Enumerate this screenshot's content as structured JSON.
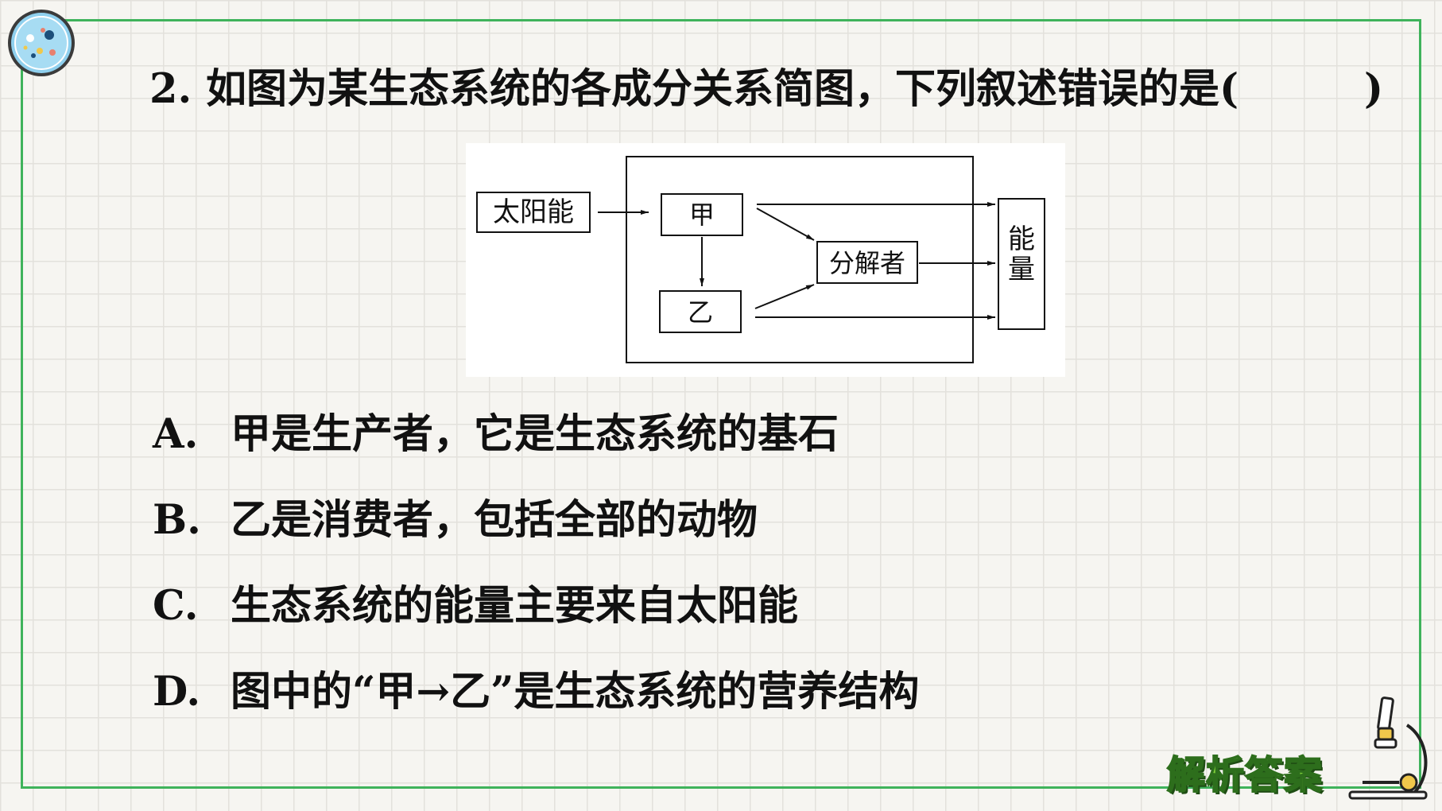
{
  "question": {
    "text": "2. 如图为某生态系统的各成分关系简图，下列叙述错误的是(",
    "close_paren": ")"
  },
  "diagram": {
    "sun_label": "太阳能",
    "producer_label": "甲",
    "consumer_label": "乙",
    "decomposer_label": "分解者",
    "energy_label_line1": "能",
    "energy_label_line2": "量"
  },
  "options": [
    {
      "letter": "A.",
      "text": "甲是生产者，它是生态系统的基石"
    },
    {
      "letter": "B.",
      "text": "乙是消费者，包括全部的动物"
    },
    {
      "letter": "C.",
      "text": "生态系统的能量主要来自太阳能"
    },
    {
      "letter": "D.",
      "text": "图中的“甲→乙”是生态系统的营养结构"
    }
  ],
  "answer_button": {
    "label": "解析答案"
  },
  "colors": {
    "frame": "#3fb35b",
    "answer_fill": "#7fcf3a",
    "badge": "#8fd0ee"
  },
  "icons": {
    "corner": "dotted-circle-badge-icon",
    "corner_bottom_right": "microscope-icon"
  }
}
